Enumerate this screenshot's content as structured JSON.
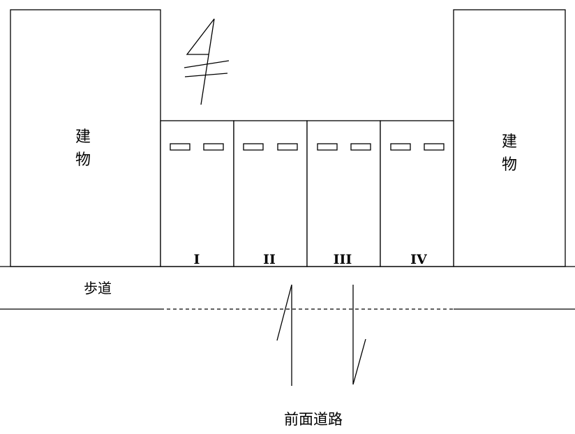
{
  "buildings": {
    "left": [
      "建",
      "物"
    ],
    "right": [
      "建",
      "物"
    ]
  },
  "bays": [
    "I",
    "II",
    "III",
    "IV"
  ],
  "sidewalk_label": "歩道",
  "road_label": "前面道路",
  "icons": {
    "north": "north-arrow-icon",
    "vehicle_paths": "lightning-arrow-icon"
  }
}
